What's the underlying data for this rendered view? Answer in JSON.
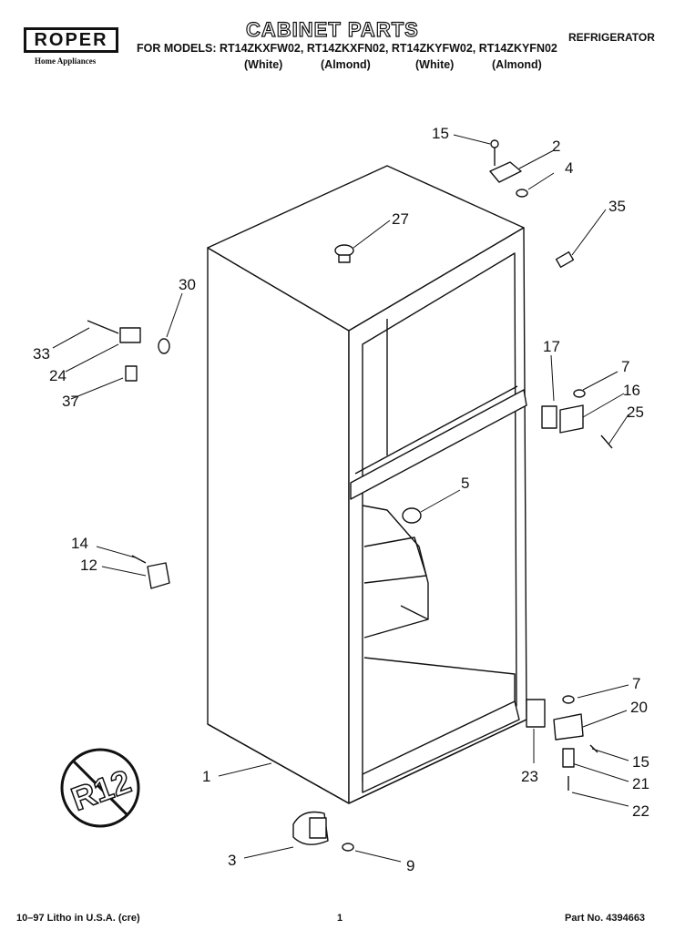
{
  "header": {
    "brand": "ROPER",
    "brand_sub": "Home Appliances",
    "title": "CABINET PARTS",
    "models": "FOR MODELS: RT14ZKXFW02, RT14ZKXFN02, RT14ZKYFW02, RT14ZKYFN02",
    "colors": [
      "(White)",
      "(Almond)",
      "(White)",
      "(Almond)"
    ],
    "category": "REFRIGERATOR"
  },
  "callouts": [
    "15",
    "2",
    "4",
    "35",
    "27",
    "30",
    "33",
    "24",
    "37",
    "17",
    "7",
    "16",
    "25",
    "5",
    "14",
    "12",
    "1",
    "7",
    "20",
    "15",
    "21",
    "22",
    "23",
    "3",
    "9"
  ],
  "footer": {
    "left": "10–97 Litho in U.S.A. (cre)",
    "page": "1",
    "part_no": "Part No. 4394663"
  },
  "badge": "R12"
}
